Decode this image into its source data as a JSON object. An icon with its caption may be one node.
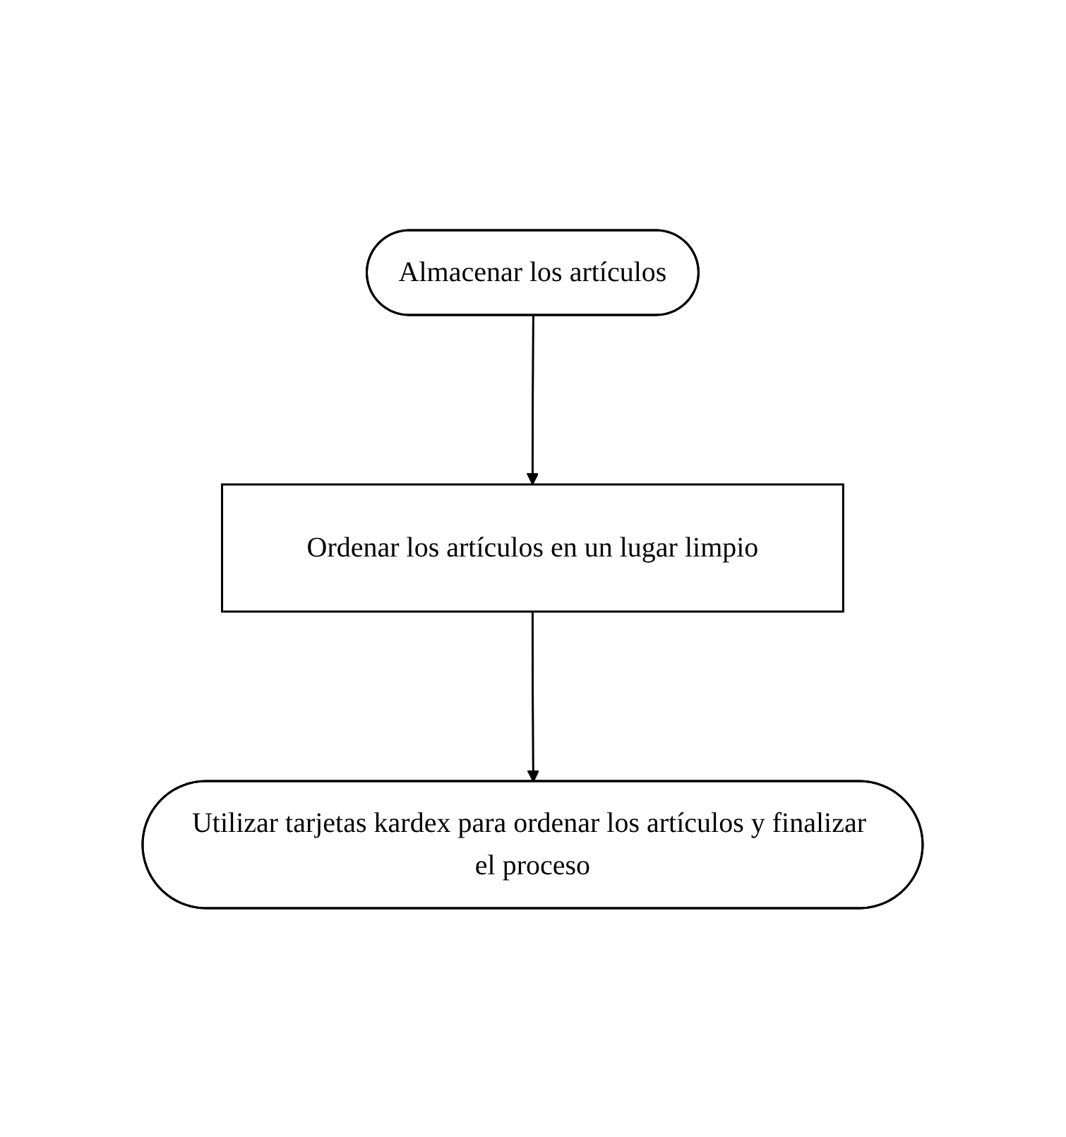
{
  "diagram": {
    "nodes": [
      {
        "text": [
          "Almacenar los artículos"
        ]
      },
      {
        "text": [
          "Ordenar los artículos en un lugar limpio"
        ]
      },
      {
        "text": [
          "Utilizar tarjetas kardex para ordenar los artículos y finalizar el proceso"
        ]
      }
    ],
    "edges": [
      {
        "from": 0,
        "to": 1,
        "arrow": "to"
      },
      {
        "from": 1,
        "to": 2,
        "arrow": "to"
      }
    ]
  }
}
